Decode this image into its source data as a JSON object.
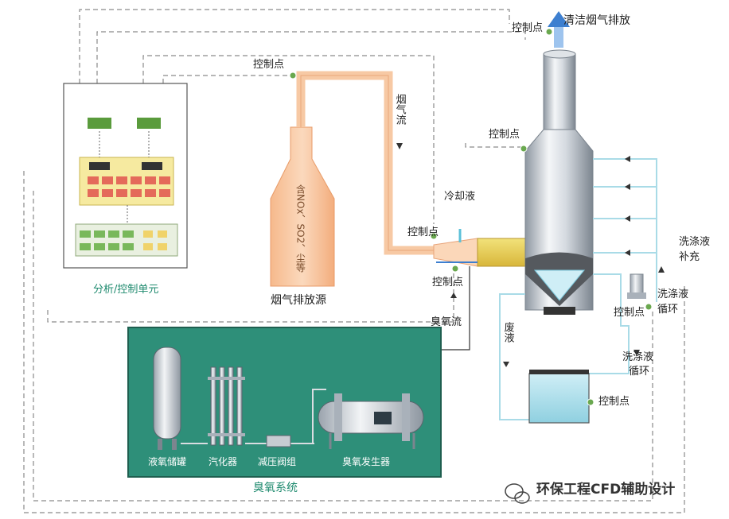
{
  "labels": {
    "clean_exhaust": "清洁烟气排放",
    "control_point": "控制点",
    "flue_gas_flow": "烟气流",
    "cooling_liquid": "冷却液",
    "ozone_flow": "臭氧流",
    "waste_liquid": "废液",
    "wash_supply_1": "洗涤液",
    "wash_supply_2": "补充",
    "wash_cycle_1": "洗涤液",
    "wash_cycle_2": "循环",
    "flue_source": "烟气排放源",
    "pollutants": "含NOx、SO2、尘等",
    "analysis_unit": "分析/控制单元",
    "ozone_system": "臭氧系统",
    "liquid_oxygen_tank": "液氧储罐",
    "vaporizer": "汽化器",
    "pressure_valve": "减压阀组",
    "ozone_generator": "臭氧发生器",
    "watermark": "环保工程CFD辅助设计"
  },
  "colors": {
    "flue_pipe": "#f7c9a4",
    "wash_line": "#a9dbe7",
    "ozone_box": "#2e8f79",
    "control_dot": "#6aa84f",
    "dashed": "#8a8a8a",
    "tower": "#c9cfd6",
    "arrow_blue": "#3d7fd0"
  },
  "icons": {
    "exhaust_arrow": "up-arrow-icon",
    "control_dot": "dot-icon",
    "watermark_icon": "wechat-icon"
  }
}
